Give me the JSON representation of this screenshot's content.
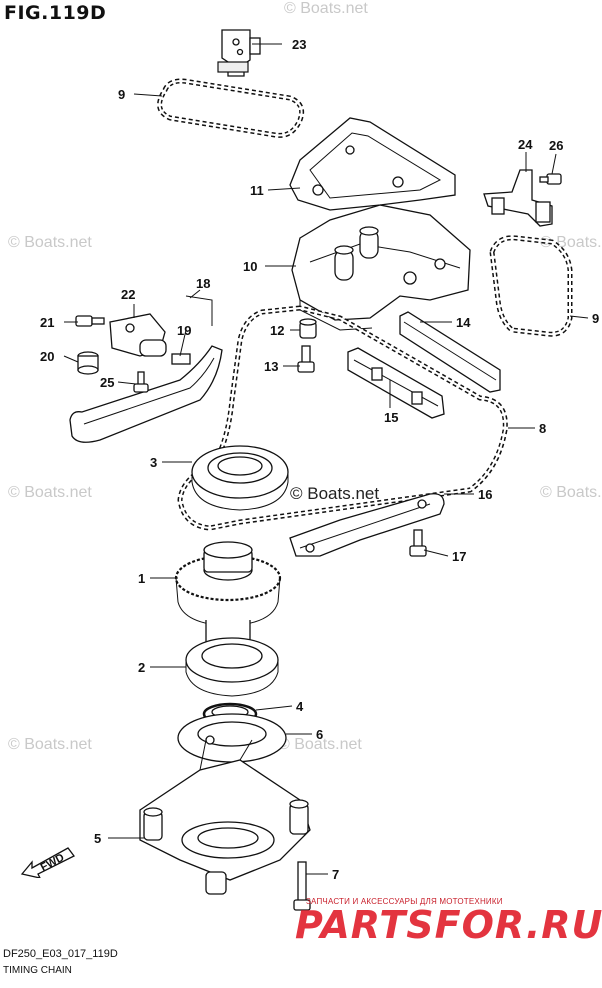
{
  "figure": {
    "title": "FIG.119D",
    "code": "DF250_E03_017_119D",
    "caption": "TIMING CHAIN"
  },
  "watermarks": {
    "faint": "© Boats.net",
    "center": "© Boats.net"
  },
  "brand": {
    "tagline": "ЗАПЧАСТИ И АКСЕССУАРЫ ДЛЯ МОТОТЕХНИКИ",
    "name": "PARTSFOR.RU",
    "color": "#e3343f"
  },
  "direction_label": "FWD",
  "callouts": {
    "c1": "1",
    "c2": "2",
    "c3": "3",
    "c4": "4",
    "c5": "5",
    "c6": "6",
    "c7": "7",
    "c8": "8",
    "c9a": "9",
    "c9b": "9",
    "c10": "10",
    "c11": "11",
    "c12": "12",
    "c13": "13",
    "c14": "14",
    "c15": "15",
    "c16": "16",
    "c17": "17",
    "c18": "18",
    "c19": "19",
    "c20": "20",
    "c21": "21",
    "c22": "22",
    "c23": "23",
    "c24": "24",
    "c25": "25",
    "c26": "26"
  }
}
